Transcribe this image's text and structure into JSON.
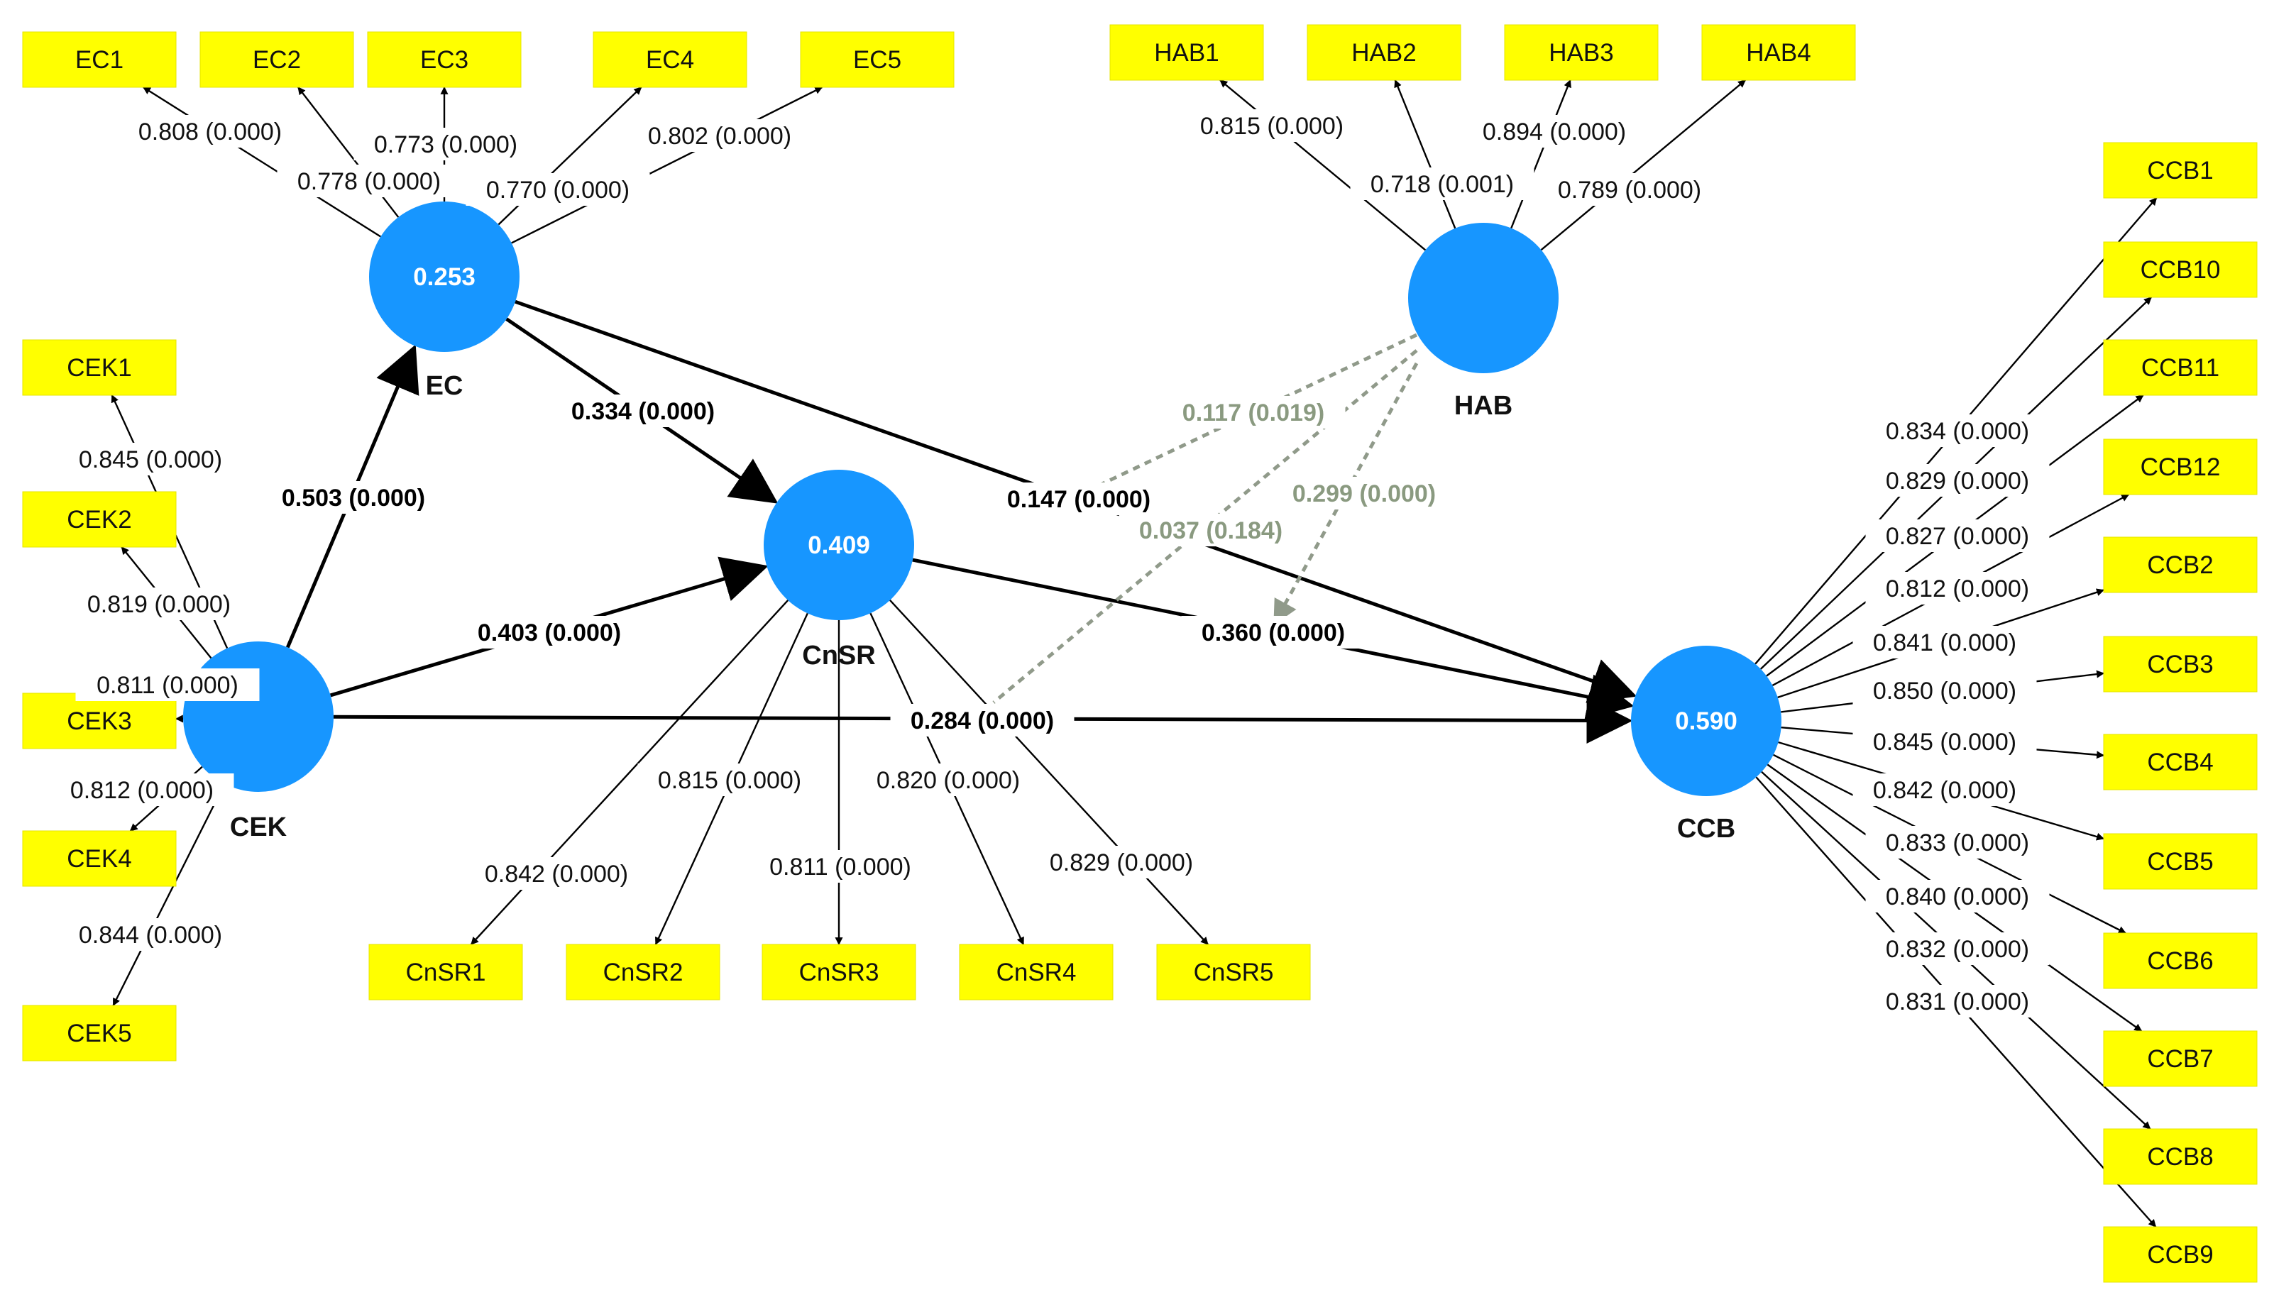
{
  "colors": {
    "latent_fill": "#1796ff",
    "indicator_fill": "#ffff00",
    "moderation_edge": "#909a8a"
  },
  "latents": [
    {
      "id": "EC",
      "name": "EC",
      "r2": "0.253"
    },
    {
      "id": "CnSR",
      "name": "CnSR",
      "r2": "0.409"
    },
    {
      "id": "HAB",
      "name": "HAB",
      "r2": ""
    },
    {
      "id": "CEK",
      "name": "CEK",
      "r2": ""
    },
    {
      "id": "CCB",
      "name": "CCB",
      "r2": "0.590"
    }
  ],
  "indicators": [
    {
      "id": "EC1",
      "label": "EC1"
    },
    {
      "id": "EC2",
      "label": "EC2"
    },
    {
      "id": "EC3",
      "label": "EC3"
    },
    {
      "id": "EC4",
      "label": "EC4"
    },
    {
      "id": "EC5",
      "label": "EC5"
    },
    {
      "id": "HAB1",
      "label": "HAB1"
    },
    {
      "id": "HAB2",
      "label": "HAB2"
    },
    {
      "id": "HAB3",
      "label": "HAB3"
    },
    {
      "id": "HAB4",
      "label": "HAB4"
    },
    {
      "id": "CEK1",
      "label": "CEK1"
    },
    {
      "id": "CEK2",
      "label": "CEK2"
    },
    {
      "id": "CEK3",
      "label": "CEK3"
    },
    {
      "id": "CEK4",
      "label": "CEK4"
    },
    {
      "id": "CEK5",
      "label": "CEK5"
    },
    {
      "id": "CnSR1",
      "label": "CnSR1"
    },
    {
      "id": "CnSR2",
      "label": "CnSR2"
    },
    {
      "id": "CnSR3",
      "label": "CnSR3"
    },
    {
      "id": "CnSR4",
      "label": "CnSR4"
    },
    {
      "id": "CnSR5",
      "label": "CnSR5"
    },
    {
      "id": "CCB1",
      "label": "CCB1"
    },
    {
      "id": "CCB10",
      "label": "CCB10"
    },
    {
      "id": "CCB11",
      "label": "CCB11"
    },
    {
      "id": "CCB12",
      "label": "CCB12"
    },
    {
      "id": "CCB2",
      "label": "CCB2"
    },
    {
      "id": "CCB3",
      "label": "CCB3"
    },
    {
      "id": "CCB4",
      "label": "CCB4"
    },
    {
      "id": "CCB5",
      "label": "CCB5"
    },
    {
      "id": "CCB6",
      "label": "CCB6"
    },
    {
      "id": "CCB7",
      "label": "CCB7"
    },
    {
      "id": "CCB8",
      "label": "CCB8"
    },
    {
      "id": "CCB9",
      "label": "CCB9"
    }
  ],
  "loadings": [
    {
      "from": "EC",
      "to": "EC1",
      "label": "0.808 (0.000)"
    },
    {
      "from": "EC",
      "to": "EC2",
      "label": "0.778 (0.000)"
    },
    {
      "from": "EC",
      "to": "EC3",
      "label": "0.773 (0.000)"
    },
    {
      "from": "EC",
      "to": "EC4",
      "label": "0.770 (0.000)"
    },
    {
      "from": "EC",
      "to": "EC5",
      "label": "0.802 (0.000)"
    },
    {
      "from": "HAB",
      "to": "HAB1",
      "label": "0.815 (0.000)"
    },
    {
      "from": "HAB",
      "to": "HAB2",
      "label": "0.718 (0.001)"
    },
    {
      "from": "HAB",
      "to": "HAB3",
      "label": "0.894 (0.000)"
    },
    {
      "from": "HAB",
      "to": "HAB4",
      "label": "0.789 (0.000)"
    },
    {
      "from": "CEK",
      "to": "CEK1",
      "label": "0.845 (0.000)"
    },
    {
      "from": "CEK",
      "to": "CEK2",
      "label": "0.819 (0.000)"
    },
    {
      "from": "CEK",
      "to": "CEK3",
      "label": "0.811 (0.000)"
    },
    {
      "from": "CEK",
      "to": "CEK4",
      "label": "0.812 (0.000)"
    },
    {
      "from": "CEK",
      "to": "CEK5",
      "label": "0.844 (0.000)"
    },
    {
      "from": "CnSR",
      "to": "CnSR1",
      "label": "0.842 (0.000)"
    },
    {
      "from": "CnSR",
      "to": "CnSR2",
      "label": "0.815 (0.000)"
    },
    {
      "from": "CnSR",
      "to": "CnSR3",
      "label": "0.811 (0.000)"
    },
    {
      "from": "CnSR",
      "to": "CnSR4",
      "label": "0.820 (0.000)"
    },
    {
      "from": "CnSR",
      "to": "CnSR5",
      "label": "0.829 (0.000)"
    },
    {
      "from": "CCB",
      "to": "CCB1",
      "label": "0.834 (0.000)"
    },
    {
      "from": "CCB",
      "to": "CCB10",
      "label": "0.829 (0.000)"
    },
    {
      "from": "CCB",
      "to": "CCB11",
      "label": "0.827 (0.000)"
    },
    {
      "from": "CCB",
      "to": "CCB12",
      "label": "0.812 (0.000)"
    },
    {
      "from": "CCB",
      "to": "CCB2",
      "label": "0.841 (0.000)"
    },
    {
      "from": "CCB",
      "to": "CCB3",
      "label": "0.850 (0.000)"
    },
    {
      "from": "CCB",
      "to": "CCB4",
      "label": "0.845 (0.000)"
    },
    {
      "from": "CCB",
      "to": "CCB5",
      "label": "0.842 (0.000)"
    },
    {
      "from": "CCB",
      "to": "CCB6",
      "label": "0.833 (0.000)"
    },
    {
      "from": "CCB",
      "to": "CCB7",
      "label": "0.840 (0.000)"
    },
    {
      "from": "CCB",
      "to": "CCB8",
      "label": "0.832 (0.000)"
    },
    {
      "from": "CCB",
      "to": "CCB9",
      "label": "0.831 (0.000)"
    }
  ],
  "paths": [
    {
      "from": "CEK",
      "to": "EC",
      "label": "0.503 (0.000)"
    },
    {
      "from": "EC",
      "to": "CnSR",
      "label": "0.334 (0.000)"
    },
    {
      "from": "EC",
      "to": "CCB",
      "label": "0.147 (0.000)"
    },
    {
      "from": "CEK",
      "to": "CnSR",
      "label": "0.403 (0.000)"
    },
    {
      "from": "CnSR",
      "to": "CCB",
      "label": "0.360 (0.000)"
    },
    {
      "from": "CEK",
      "to": "CCB",
      "label": "0.284 (0.000)"
    }
  ],
  "moderations": [
    {
      "label": "0.117 (0.019)"
    },
    {
      "label": "0.037 (0.184)"
    },
    {
      "label": "0.299 (0.000)"
    }
  ]
}
